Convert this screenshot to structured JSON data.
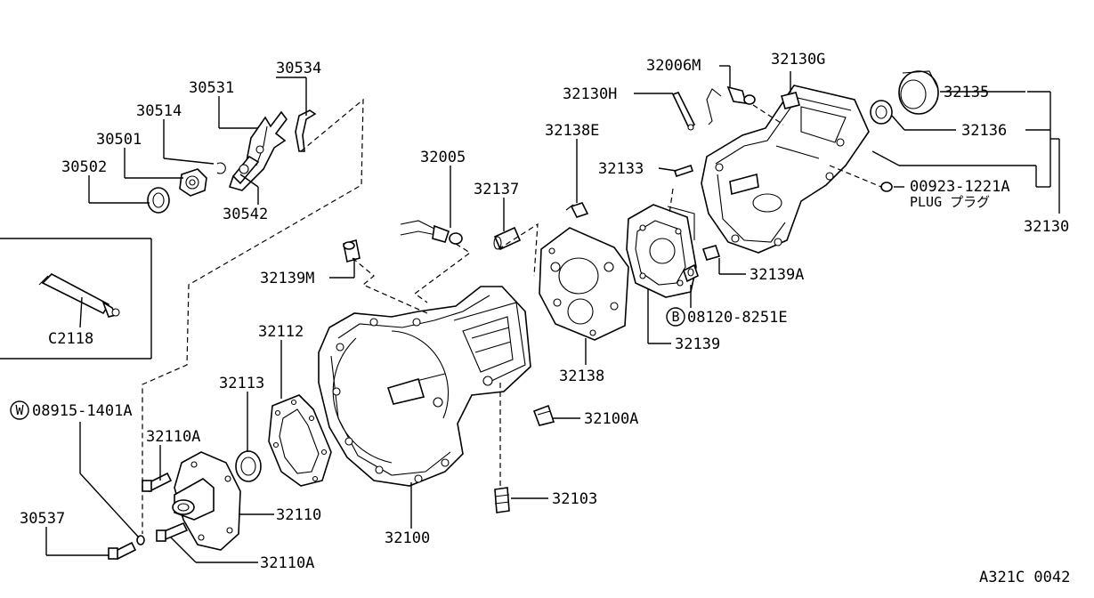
{
  "diagram_id": "A321C 0042",
  "labels": {
    "p30534": "30534",
    "p30531": "30531",
    "p30514": "30514",
    "p30501": "30501",
    "p30502": "30502",
    "p30542": "30542",
    "c2118": "C2118",
    "p32005": "32005",
    "p32137": "32137",
    "p32139M": "32139M",
    "p32112": "32112",
    "p32113": "32113",
    "w08915": "08915-1401A",
    "w_symbol": "W",
    "p32110A_top": "32110A",
    "p32110": "32110",
    "p32110A_bot": "32110A",
    "p30537": "30537",
    "p32100": "32100",
    "p32100A": "32100A",
    "p32103": "32103",
    "p32138E": "32138E",
    "p32138": "32138",
    "p32133": "32133",
    "p32139": "32139",
    "p32139A": "32139A",
    "b08120": "08120-8251E",
    "b_symbol": "B",
    "p32006M": "32006M",
    "p32130H": "32130H",
    "p32130G": "32130G",
    "p32135": "32135",
    "p32136": "32136",
    "p00923": "00923-1221A",
    "plug": "PLUG プラグ",
    "p32130": "32130"
  }
}
